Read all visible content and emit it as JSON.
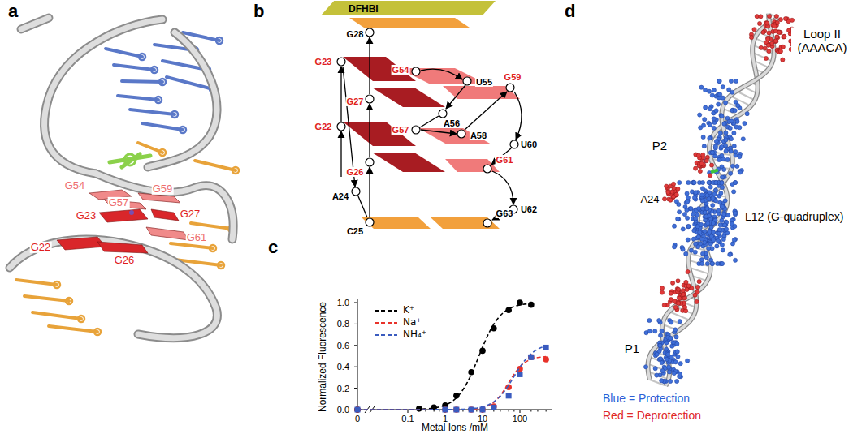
{
  "diagram": {
    "nodes": [
      {
        "text": [
          "DFHBI"
        ]
      }
    ],
    "labels": [
      "a",
      "G54",
      "G59",
      "G23",
      "G57",
      "G27",
      "G61",
      "G22",
      "G26",
      "b",
      "G28",
      "G23",
      "G27",
      "G54",
      "U55",
      "A56",
      "G57",
      "A58",
      "G59",
      "G22",
      "G26",
      "A24",
      "C25",
      "U60",
      "G61",
      "U62",
      "G63",
      "c",
      "0.0",
      "0.2",
      "0.4",
      "0.6",
      "0.8",
      "1.0",
      "0",
      "0.1",
      "1",
      "10",
      "100",
      "Normalized Fluorescence",
      "Metal Ions /mM",
      "d",
      "Loop II (AAACA)",
      "P2",
      "A24",
      "L12 (G-quadruplex)",
      "P1",
      "Blue = Protection",
      "Red = Deprotection"
    ],
    "legend": [
      {
        "text": "K⁺"
      },
      {
        "text": "Na⁺"
      },
      {
        "text": "NH₄⁺"
      }
    ]
  }
}
